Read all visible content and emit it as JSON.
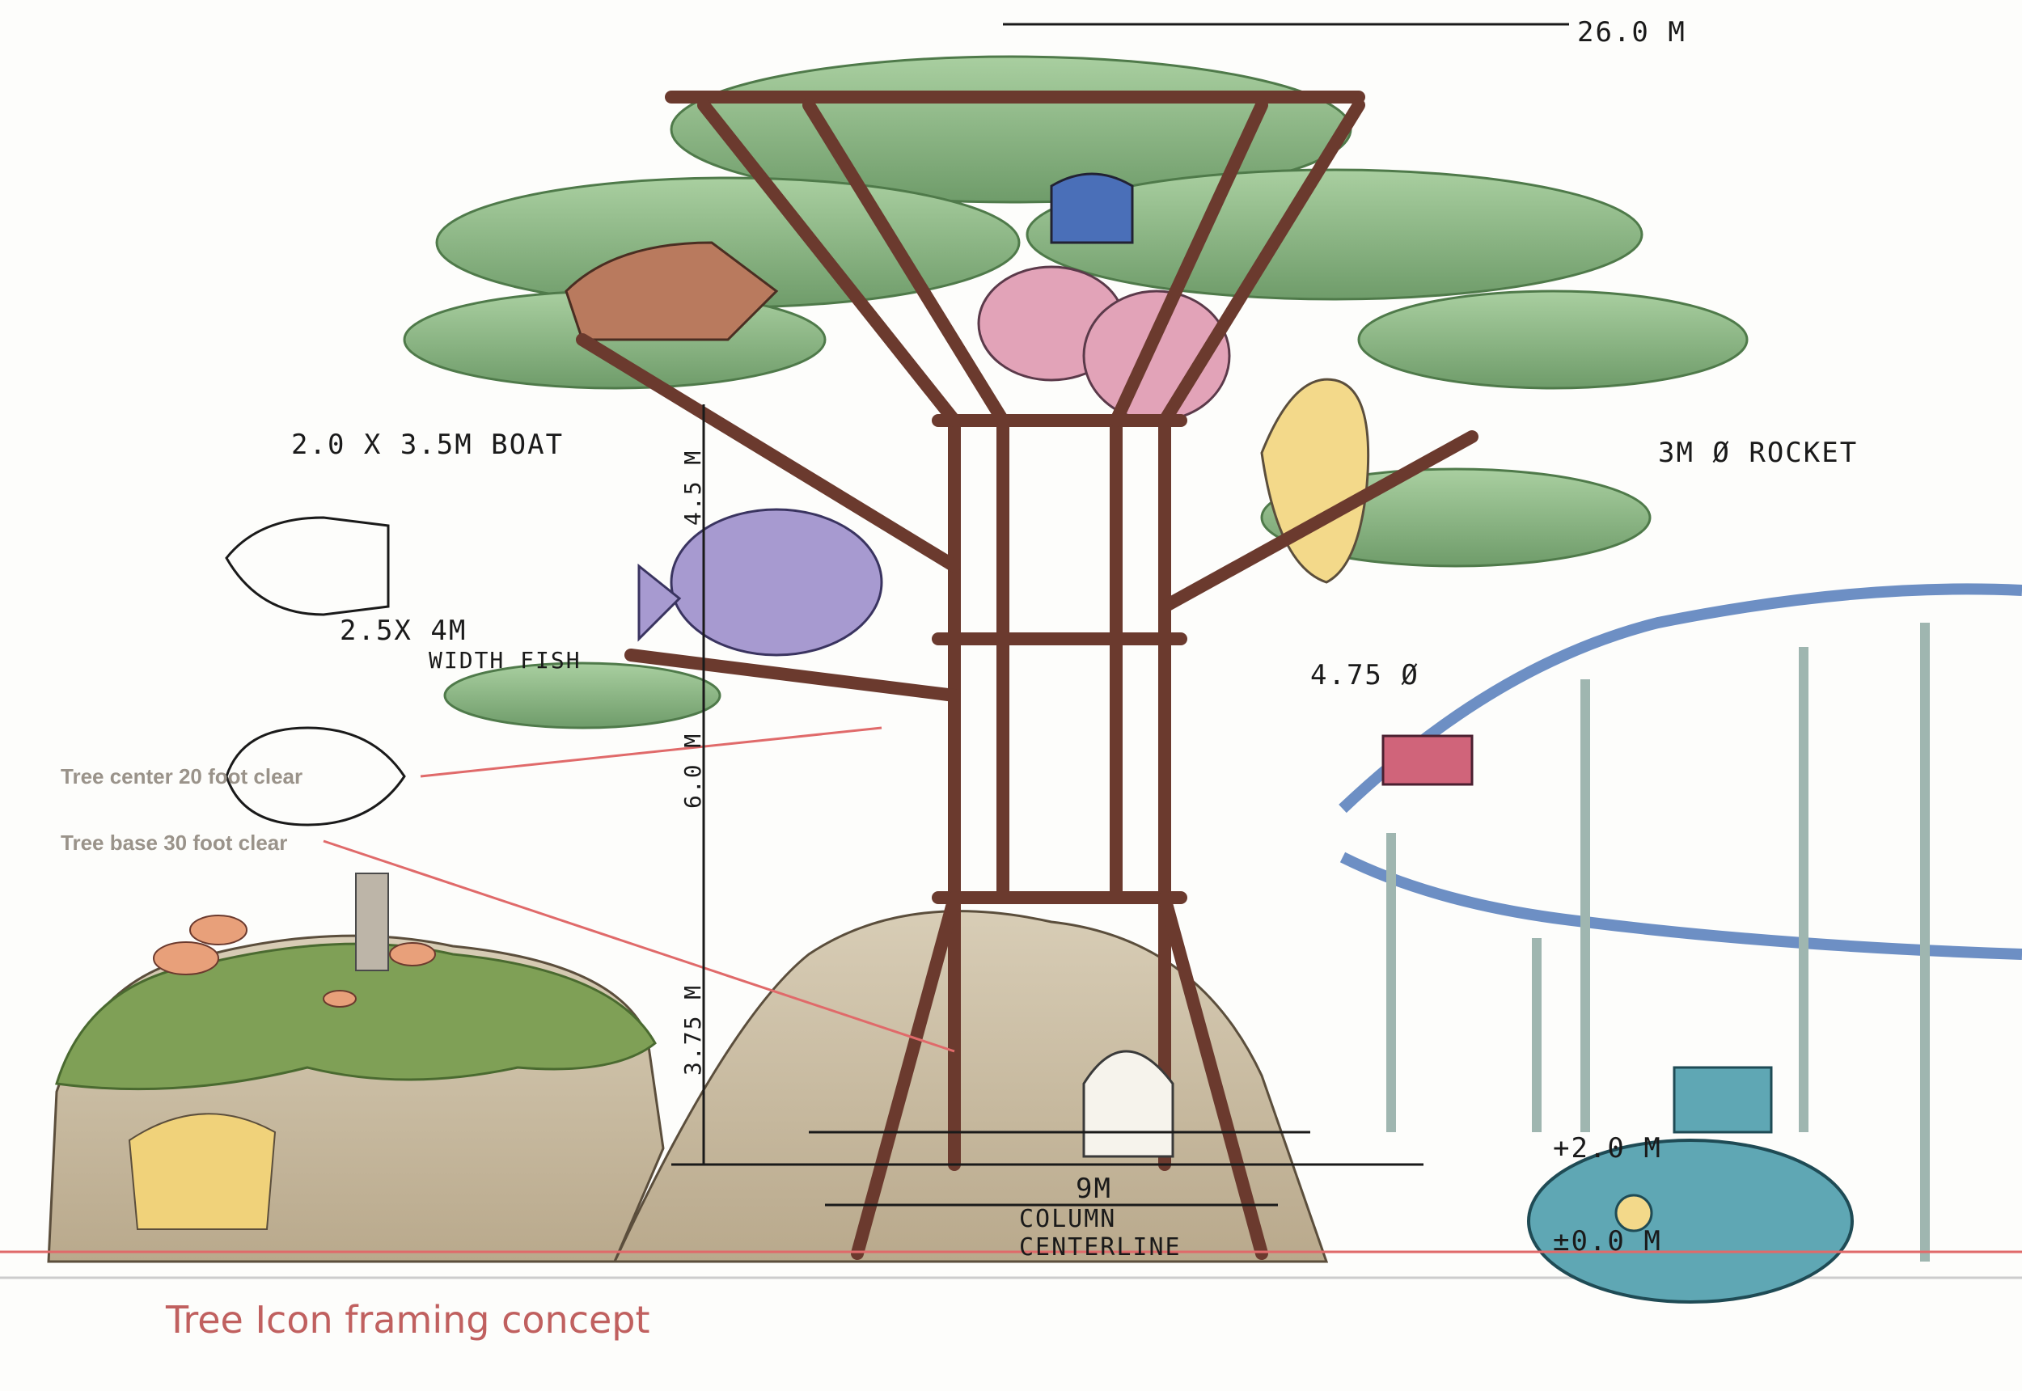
{
  "labels": {
    "top_elevation": "26.0 M",
    "boat": "2.0 X 3.5M BOAT",
    "rocket": "3M Ø ROCKET",
    "fish_line1": "2.5X 4M",
    "fish_line2": "WIDTH FISH",
    "fish_diameter": "4.75 Ø",
    "dim_upper": "4.5 M",
    "dim_middle": "6.0 M",
    "dim_lower": "3.75 M",
    "elev_mid": "+2.0 M",
    "elev_base": "±0.0 M",
    "column_width": "9M",
    "column_line1": "COLUMN",
    "column_line2": "CENTERLINE"
  },
  "notes": {
    "tree_center": "Tree center 20 foot clear",
    "tree_base": "Tree base 30 foot clear"
  },
  "caption": "Tree Icon framing concept",
  "colors": {
    "foliage": "#8fb88a",
    "trunk_frame": "#6b3a2e",
    "coaster": "#6d8fc4",
    "rock": "#c9b79b",
    "grass": "#7fa056",
    "sub_teal": "#5fa7b4",
    "caption": "#c0605f",
    "clearance_line": "#e06a6a"
  }
}
